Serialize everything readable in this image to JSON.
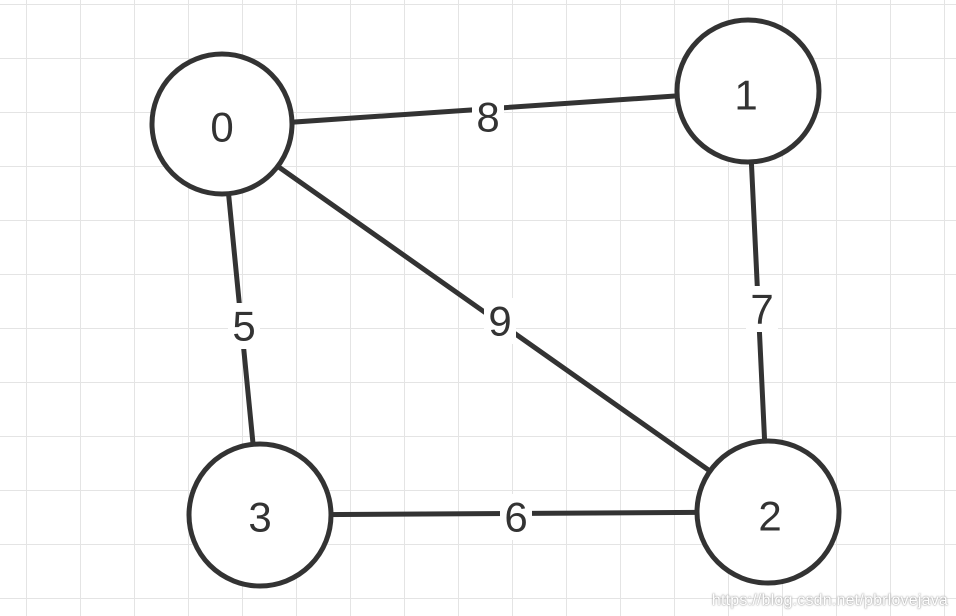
{
  "graph": {
    "nodes": [
      {
        "id": "0",
        "label": "0"
      },
      {
        "id": "1",
        "label": "1"
      },
      {
        "id": "2",
        "label": "2"
      },
      {
        "id": "3",
        "label": "3"
      }
    ],
    "edges": [
      {
        "from": "0",
        "to": "1",
        "weight": "8"
      },
      {
        "from": "0",
        "to": "2",
        "weight": "9"
      },
      {
        "from": "0",
        "to": "3",
        "weight": "5"
      },
      {
        "from": "1",
        "to": "2",
        "weight": "7"
      },
      {
        "from": "3",
        "to": "2",
        "weight": "6"
      }
    ]
  },
  "watermark": "https://blog.csdn.net/pbrlovejava"
}
